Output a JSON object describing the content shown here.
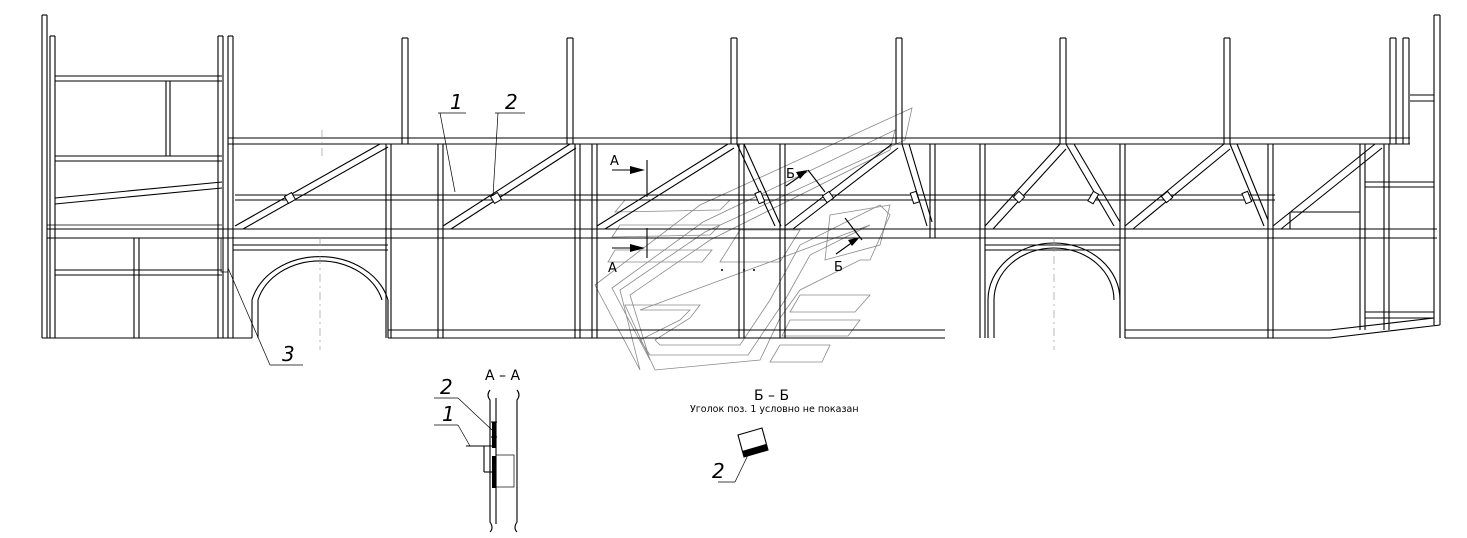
{
  "callouts": {
    "pos1": "1",
    "pos2": "2",
    "pos3": "3"
  },
  "section_marks": {
    "a_top": "А",
    "a_bottom": "А",
    "b_top": "Б",
    "b_bottom": "Б"
  },
  "section_aa": {
    "title": "А – А",
    "pos2": "2",
    "pos1": "1"
  },
  "section_bb": {
    "title": "Б – Б",
    "note": "Уголок поз. 1 условно не показан",
    "pos2": "2"
  },
  "colors": {
    "line": "#000000",
    "watermark": "#8a8a8a",
    "background": "#ffffff"
  }
}
